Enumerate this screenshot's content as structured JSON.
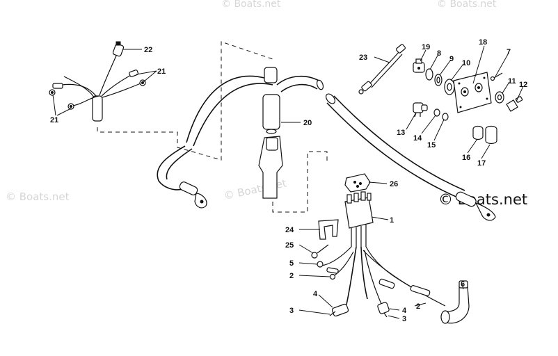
{
  "watermarks": {
    "top_center": "© Boats.net",
    "top_right": "© Boats.net",
    "left": "© Boats.net",
    "center": "© Boats.net",
    "right": "© Boats.net"
  },
  "callouts": {
    "c1": "1",
    "c2a": "2",
    "c2b": "2",
    "c3a": "3",
    "c3b": "3",
    "c4a": "4",
    "c4b": "4",
    "c5": "5",
    "c6": "6",
    "c7": "7",
    "c8": "8",
    "c9": "9",
    "c10": "10",
    "c11": "11",
    "c12": "12",
    "c13": "13",
    "c14": "14",
    "c15": "15",
    "c16": "16",
    "c17": "17",
    "c18": "18",
    "c19": "19",
    "c20": "20",
    "c21a": "21",
    "c21b": "21",
    "c22": "22",
    "c23": "23",
    "c24": "24",
    "c25": "25",
    "c26": "26"
  }
}
